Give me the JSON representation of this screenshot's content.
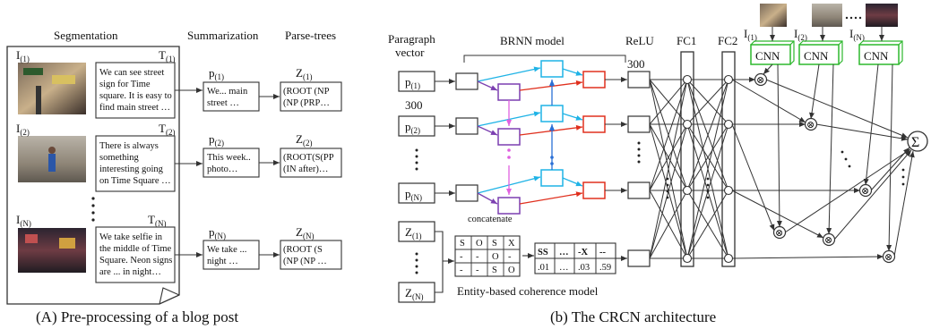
{
  "panel_a": {
    "caption": "(A) Pre-processing of a blog post",
    "headers": {
      "segmentation": "Segmentation",
      "summarization": "Summarization",
      "parse_trees": "Parse-trees"
    },
    "rows": [
      {
        "img_label": "I",
        "img_sub": "(1)",
        "text_label": "T",
        "text_sub": "(1)",
        "text_lines": [
          "We can see street",
          "sign for Time",
          "square. It is easy to",
          "find main street …"
        ],
        "p_label": "p",
        "p_sub": "(1)",
        "p_lines": [
          "We... main",
          "street …"
        ],
        "z_label": "Z",
        "z_sub": "(1)",
        "z_lines": [
          "(ROOT (NP",
          "(NP (PRP…"
        ]
      },
      {
        "img_label": "I",
        "img_sub": "(2)",
        "text_label": "T",
        "text_sub": "(2)",
        "text_lines": [
          "There is always",
          "something",
          "interesting going",
          "on Time Square …"
        ],
        "p_label": "p",
        "p_sub": "(2)",
        "p_lines": [
          "This week..",
          "photo…"
        ],
        "z_label": "Z",
        "z_sub": "(2)",
        "z_lines": [
          "(ROOT(S(PP",
          "(IN after)…"
        ]
      },
      {
        "img_label": "I",
        "img_sub": "(N)",
        "text_label": "T",
        "text_sub": "(N)",
        "text_lines": [
          "We take selfie in",
          "the middle of  Time",
          "Square. Neon signs",
          "are ... in night…"
        ],
        "p_label": "p",
        "p_sub": "(N)",
        "p_lines": [
          "We take ...",
          "night …"
        ],
        "z_label": "Z",
        "z_sub": "(N)",
        "z_lines": [
          "(ROOT (S",
          "(NP (NP …"
        ]
      }
    ]
  },
  "panel_b": {
    "caption": "(b) The CRCN architecture",
    "paragraph_vector": [
      "Paragraph",
      "vector"
    ],
    "brnn_label": "BRNN model",
    "relu_label": "ReLU",
    "fc1_label": "FC1",
    "fc2_label": "FC2",
    "dim_300_a": "300",
    "dim_300_b": "300",
    "concatenate_label": "concatenate",
    "p_nodes": [
      {
        "label": "p",
        "sub": "(1)"
      },
      {
        "label": "p",
        "sub": "(2)"
      },
      {
        "label": "p",
        "sub": "(N)"
      }
    ],
    "z_nodes": [
      {
        "label": "Z",
        "sub": "(1)"
      },
      {
        "label": "Z",
        "sub": "(N)"
      }
    ],
    "grid": [
      [
        "S",
        "O",
        "S",
        "X"
      ],
      [
        "-",
        "-",
        "O",
        "-"
      ],
      [
        "-",
        "-",
        "S",
        "O"
      ]
    ],
    "coherence_table": {
      "headers": [
        "SS",
        "…",
        "-X",
        "--"
      ],
      "values": [
        ".01",
        "…",
        ".03",
        ".59"
      ]
    },
    "coherence_label": "Entity-based coherence model",
    "cnn_label": "CNN",
    "cnn_inputs": [
      {
        "label": "I",
        "sub": "(1)"
      },
      {
        "label": "I",
        "sub": "(2)"
      },
      {
        "label": "I",
        "sub": "(N)"
      }
    ],
    "sum_symbol": "Σ",
    "times_symbol": "⊗"
  },
  "colors": {
    "cyan": "#1fb3e6",
    "purple": "#7b3fb0",
    "red": "#e0301e",
    "magenta": "#e060e0",
    "blue": "#2a6fd6",
    "green": "#2db82d"
  }
}
